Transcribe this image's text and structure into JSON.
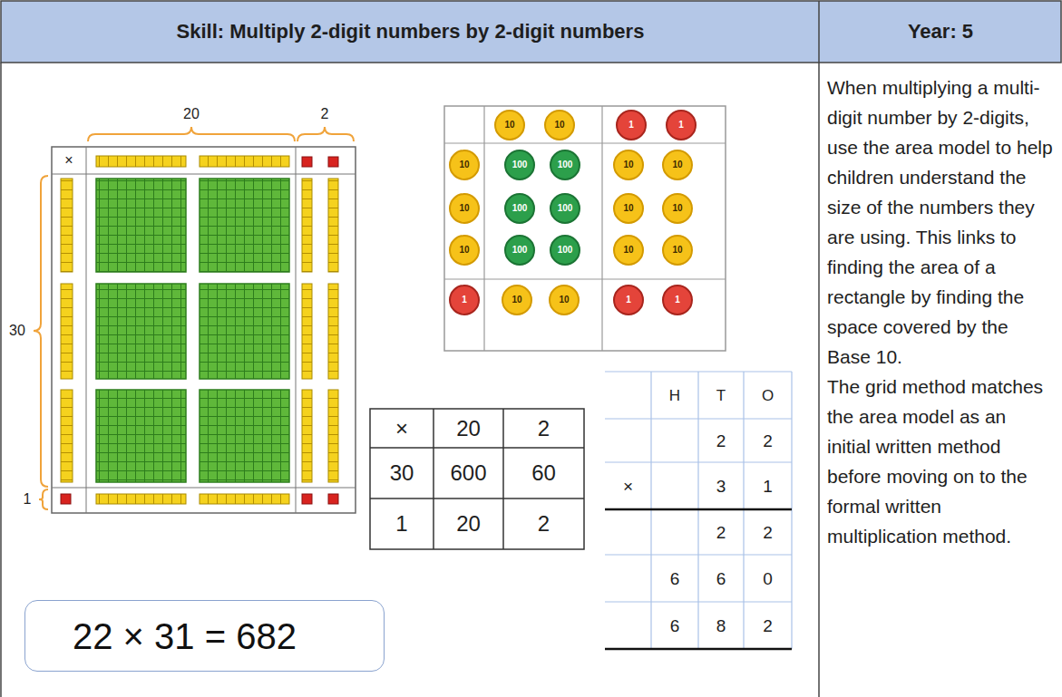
{
  "diagram": {
    "title": "Skill: Multiply 2-digit numbers by 2-digit numbers",
    "nodes": [
      {
        "text": [
          "10"
        ]
      },
      {
        "text": [
          "10"
        ]
      },
      {
        "text": [
          "1"
        ]
      },
      {
        "text": [
          "1"
        ]
      },
      {
        "text": [
          "10"
        ]
      },
      {
        "text": [
          "100"
        ]
      },
      {
        "text": [
          "100"
        ]
      },
      {
        "text": [
          "10"
        ]
      },
      {
        "text": [
          "10"
        ]
      },
      {
        "text": [
          "10"
        ]
      },
      {
        "text": [
          "100"
        ]
      },
      {
        "text": [
          "100"
        ]
      },
      {
        "text": [
          "10"
        ]
      },
      {
        "text": [
          "10"
        ]
      },
      {
        "text": [
          "10"
        ]
      },
      {
        "text": [
          "100"
        ]
      },
      {
        "text": [
          "100"
        ]
      },
      {
        "text": [
          "10"
        ]
      },
      {
        "text": [
          "10"
        ]
      },
      {
        "text": [
          "1"
        ]
      },
      {
        "text": [
          "10"
        ]
      },
      {
        "text": [
          "10"
        ]
      },
      {
        "text": [
          "1"
        ]
      },
      {
        "text": [
          "1"
        ]
      },
      {
        "text": [
          "22 × 31 = 682"
        ]
      }
    ],
    "labels": [
      "Year: 5",
      "When multiplying a multi-digit number by 2-digits, use the area model to help children understand the size of the numbers they are using. This links to finding the area of a rectangle by finding the space covered by the Base 10.",
      "The grid method matches the area model as an initial written method before moving on to the formal written multiplication method.",
      "20",
      "2",
      "×",
      "30",
      "1",
      "×",
      "20",
      "2",
      "30",
      "600",
      "60",
      "1",
      "20",
      "2",
      "H",
      "T",
      "O",
      "2",
      "2",
      "×",
      "3",
      "1",
      "2",
      "2",
      "6",
      "6",
      "0",
      "6",
      "8",
      "2"
    ]
  }
}
